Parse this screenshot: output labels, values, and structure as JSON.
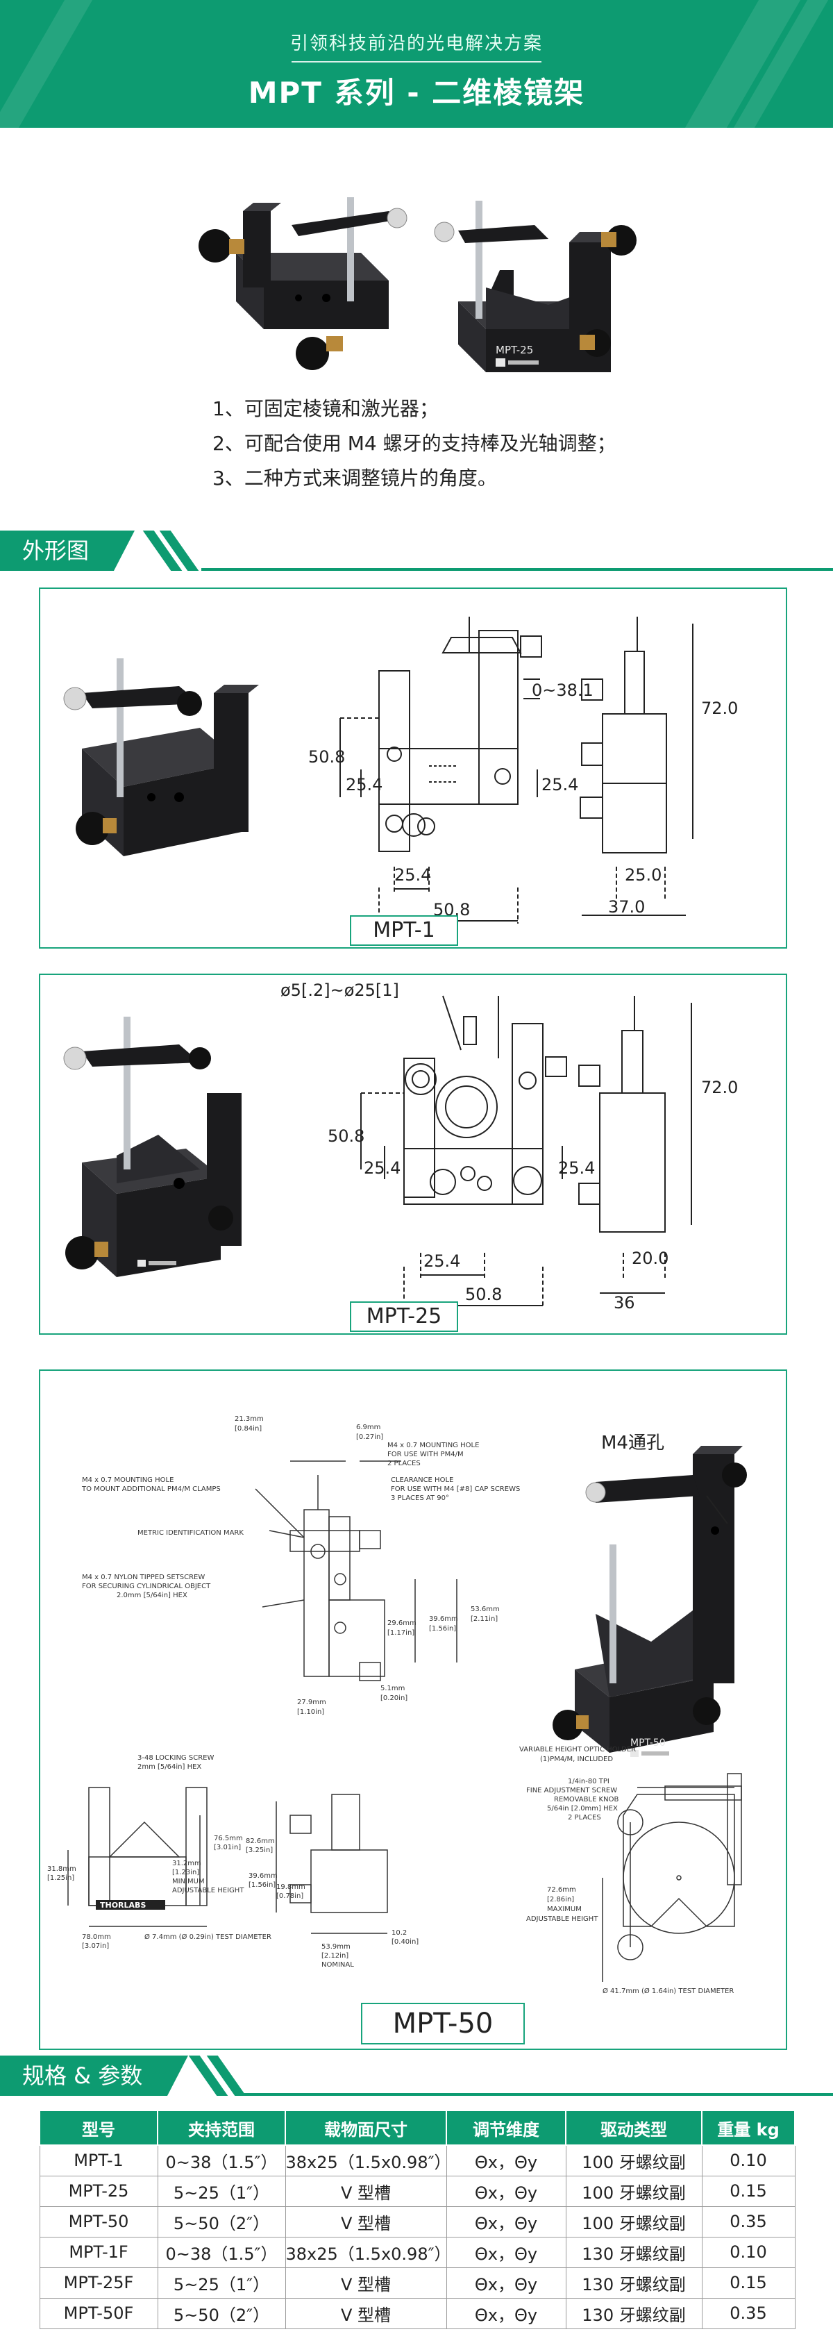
{
  "header": {
    "subtitle": "引领科技前沿的光电解决方案",
    "title": "MPT 系列 - 二维棱镜架"
  },
  "hero": {
    "product_label": "MPT-25",
    "features": [
      "1、可固定棱镜和激光器；",
      "2、可配合使用 M4 螺牙的支持棒及光轴调整；",
      "3、二种方式来调整镜片的角度。"
    ]
  },
  "sections": {
    "outline": "外形图",
    "specs": "规格 & 参数"
  },
  "mpt1": {
    "label": "MPT-1",
    "dims": {
      "clamp_range": "0~38.1",
      "height_left": "50.8",
      "inner_left": "25.4",
      "inner_right": "25.4",
      "bottom_inner": "25.4",
      "bottom_total": "50.8",
      "side_height": "72.0",
      "side_inner": "25.0",
      "side_total": "37.0"
    }
  },
  "mpt25": {
    "label": "MPT-25",
    "dims": {
      "diameter": "ø5[.2]~ø25[1]",
      "height_left": "50.8",
      "inner_left": "25.4",
      "inner_right": "25.4",
      "bottom_inner": "25.4",
      "bottom_total": "50.8",
      "side_height": "72.0",
      "side_inner": "20.0",
      "side_total": "36"
    }
  },
  "mpt50": {
    "label": "MPT-50",
    "m4_hole": "M4通孔",
    "brand": "THORLABS",
    "notes": {
      "n1a": "21.3mm",
      "n1b": "[0.84in]",
      "n2a": "6.9mm",
      "n2b": "[0.27in]",
      "n3a": "M4 x 0.7 MOUNTING HOLE",
      "n3b": "FOR USE WITH PM4/M",
      "n3c": "2 PLACES",
      "n4a": "M4 x 0.7 MOUNTING HOLE",
      "n4b": "TO MOUNT ADDITIONAL PM4/M CLAMPS",
      "n5a": "CLEARANCE HOLE",
      "n5b": "FOR USE WITH M4 [#8] CAP SCREWS",
      "n5c": "3 PLACES AT 90°",
      "n6": "METRIC IDENTIFICATION MARK",
      "n7a": "M4 x 0.7 NYLON TIPPED SETSCREW",
      "n7b": "FOR SECURING CYLINDRICAL OBJECT",
      "n7c": "2.0mm [5/64in] HEX",
      "n8a": "53.6mm",
      "n8b": "[2.11in]",
      "n9a": "29.6mm",
      "n9b": "[1.17in]",
      "n10a": "39.6mm",
      "n10b": "[1.56in]",
      "n11a": "5.1mm",
      "n11b": "[0.20in]",
      "n12a": "27.9mm",
      "n12b": "[1.10in]",
      "n13a": "3-48 LOCKING SCREW",
      "n13b": "2mm [5/64in] HEX",
      "n14a": "31.8mm",
      "n14b": "[1.25in]",
      "n15a": "31.2mm",
      "n15b": "[1.23in]",
      "n15c": "MINIMUM",
      "n15d": "ADJUSTABLE HEIGHT",
      "n16a": "76.5mm",
      "n16b": "[3.01in]",
      "n17a": "82.6mm",
      "n17b": "[3.25in]",
      "n18a": "39.6mm",
      "n18b": "[1.56in]",
      "n19a": "19.8mm",
      "n19b": "[0.78in]",
      "n20a": "78.0mm",
      "n20b": "[3.07in]",
      "n21": "Ø 7.4mm (Ø 0.29in) TEST DIAMETER",
      "n22a": "53.9mm",
      "n22b": "[2.12in]",
      "n22c": "NOMINAL",
      "n23a": "10.2",
      "n23b": "[0.40in]",
      "n24a": "VARIABLE HEIGHT OPTIC HOLDER",
      "n24b": "(1)PM4/M, INCLUDED",
      "n25a": "1/4in-80 TPI",
      "n25b": "FINE ADJUSTMENT SCREW",
      "n25c": "REMOVABLE KNOB",
      "n25d": "5/64in [2.0mm] HEX",
      "n25e": "2 PLACES",
      "n26a": "72.6mm",
      "n26b": "[2.86in]",
      "n26c": "MAXIMUM",
      "n26d": "ADJUSTABLE HEIGHT",
      "n27": "Ø 41.7mm (Ø 1.64in) TEST DIAMETER"
    }
  },
  "specs": {
    "headers": [
      "型号",
      "夹持范围",
      "载物面尺寸",
      "调节维度",
      "驱动类型",
      "重量 kg"
    ],
    "rows": [
      [
        "MPT-1",
        "0~38（1.5″）",
        "38x25（1.5x0.98″）",
        "Θx，Θy",
        "100 牙螺纹副",
        "0.10"
      ],
      [
        "MPT-25",
        "5~25（1″）",
        "V 型槽",
        "Θx，Θy",
        "100 牙螺纹副",
        "0.15"
      ],
      [
        "MPT-50",
        "5~50（2″）",
        "V 型槽",
        "Θx，Θy",
        "100 牙螺纹副",
        "0.35"
      ],
      [
        "MPT-1F",
        "0~38（1.5″）",
        "38x25（1.5x0.98″）",
        "Θx，Θy",
        "130 牙螺纹副",
        "0.10"
      ],
      [
        "MPT-25F",
        "5~25（1″）",
        "V 型槽",
        "Θx，Θy",
        "130 牙螺纹副",
        "0.15"
      ],
      [
        "MPT-50F",
        "5~50（2″）",
        "V 型槽",
        "Θx，Θy",
        "130 牙螺纹副",
        "0.35"
      ]
    ]
  },
  "colors": {
    "brand_green": "#0d9b71",
    "frame_green": "#18a47c",
    "anodized_black": "#1b1b1d",
    "brass": "#b8893a"
  },
  "icons": [
    "knob-icon",
    "thumbscrew-icon",
    "logo-mark-icon"
  ]
}
